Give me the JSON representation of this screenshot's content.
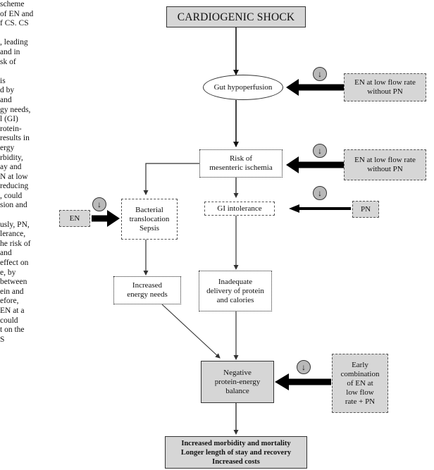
{
  "side_text": [
    "scheme",
    "of EN and",
    "f CS. CS",
    "",
    ", leading",
    "and in",
    "sk of",
    "",
    "is",
    "d by",
    "and",
    "gy needs,",
    "l (GI)",
    "rotein-",
    "results in",
    "ergy",
    "rbidity,",
    "ay and",
    "N at low",
    "reducing",
    ", could",
    "sion and",
    "",
    "usly, PN,",
    "lerance,",
    "he risk of",
    "and",
    " effect on",
    "e, by",
    " between",
    "ein and",
    "efore,",
    "EN at a",
    " could",
    "t on the",
    "S"
  ],
  "nodes": {
    "cardiogenic_shock": "CARDIOGENIC SHOCK",
    "gut_hypoperfusion": "Gut hypoperfusion",
    "en_low_flow_1": [
      "EN at low flow rate",
      "without PN"
    ],
    "risk_mesenteric": [
      "Risk of",
      "mesenteric ischemia"
    ],
    "en_low_flow_2": [
      "EN at low flow rate",
      "without PN"
    ],
    "bacterial": [
      "Bacterial",
      "translocation",
      "Sepsis"
    ],
    "gi_intolerance": "GI intolerance",
    "pn": "PN",
    "en": "EN",
    "increased_energy": [
      "Increased",
      "energy needs"
    ],
    "inadequate_delivery": [
      "Inadequate",
      "delivery of protein",
      "and calories"
    ],
    "negative_balance": [
      "Negative",
      "protein-energy",
      "balance"
    ],
    "early_combination": [
      "Early",
      "combination",
      "of EN at",
      "low flow",
      "rate + PN"
    ],
    "outcome": [
      "Increased morbidity and mortality",
      "Longer length of stay and recovery",
      "Increased costs"
    ]
  },
  "decrease_symbol": "↓"
}
